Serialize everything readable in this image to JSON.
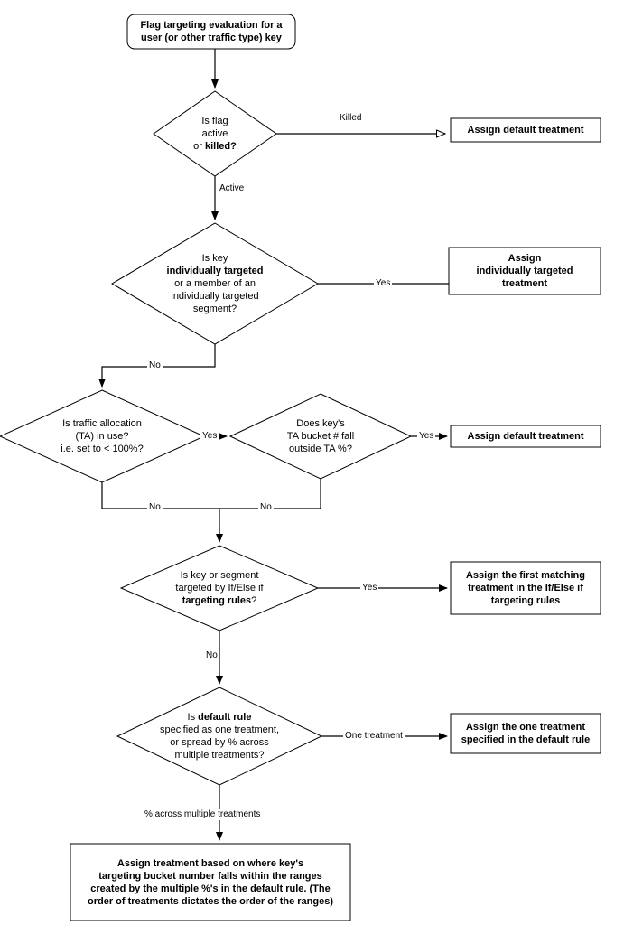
{
  "diagram": {
    "title": "Flag targeting evaluation flowchart",
    "type": "flowchart",
    "colors": {
      "stroke": "#000000",
      "fill": "#ffffff",
      "text": "#000000"
    }
  },
  "nodes": {
    "start": {
      "shape": "rounded-rectangle",
      "text": "Flag targeting evaluation for a\nuser (or other traffic type) key",
      "bold": true
    },
    "d1_flag_active": {
      "shape": "diamond",
      "line1": "Is flag",
      "line2": "active",
      "line3_plain": "or ",
      "line3_bold": "killed?"
    },
    "r1_assign_default": {
      "shape": "rectangle",
      "text": "Assign default treatment",
      "bold": true
    },
    "d2_individually_targeted": {
      "shape": "diamond",
      "line1": "Is key",
      "line2_bold": "individually targeted",
      "line3": "or a member of an",
      "line4": "individually targeted",
      "line5": "segment?"
    },
    "r2_assign_individual": {
      "shape": "rectangle",
      "text": "Assign\nindividually targeted\ntreatment",
      "bold": true
    },
    "d3_traffic_allocation": {
      "shape": "diamond",
      "line1": "Is traffic allocation",
      "line2": "(TA) in use?",
      "line3": "i.e. set to < 100%?"
    },
    "d4_ta_bucket": {
      "shape": "diamond",
      "line1": "Does key's",
      "line2": "TA bucket # fall",
      "line3": "outside TA %?"
    },
    "r3_assign_default": {
      "shape": "rectangle",
      "text": "Assign default treatment",
      "bold": true
    },
    "d5_ifelse_rules": {
      "shape": "diamond",
      "line1": "Is key or segment",
      "line2": "targeted by If/Else if",
      "line3_bold": "targeting rules",
      "line3_plain": "?"
    },
    "r4_assign_first_matching": {
      "shape": "rectangle",
      "text": "Assign the first matching\ntreatment in the If/Else if\ntargeting rules",
      "bold": true
    },
    "d6_default_rule": {
      "shape": "diamond",
      "line1_plain": "Is ",
      "line1_bold": "default rule",
      "line2": "specified as one treatment,",
      "line3": "or spread by % across",
      "line4": "multiple treatments?"
    },
    "r5_assign_one_treatment": {
      "shape": "rectangle",
      "text": "Assign the one treatment\nspecified in the default rule",
      "bold": true
    },
    "r6_assign_by_ranges": {
      "shape": "rectangle",
      "text": "Assign treatment based on where key's\ntargeting bucket number falls within the ranges\ncreated by the multiple %'s in the default rule. (The\norder of treatments dictates the order of the ranges)",
      "bold": true
    }
  },
  "edge_labels": {
    "killed": "Killed",
    "active": "Active",
    "yes_individual": "Yes",
    "no_individual": "No",
    "yes_traffic": "Yes",
    "no_traffic": "No",
    "yes_bucket": "Yes",
    "no_bucket": "No",
    "yes_ifelse": "Yes",
    "no_ifelse": "No",
    "one_treatment": "One treatment",
    "percent_across": "% across multiple treatments"
  }
}
